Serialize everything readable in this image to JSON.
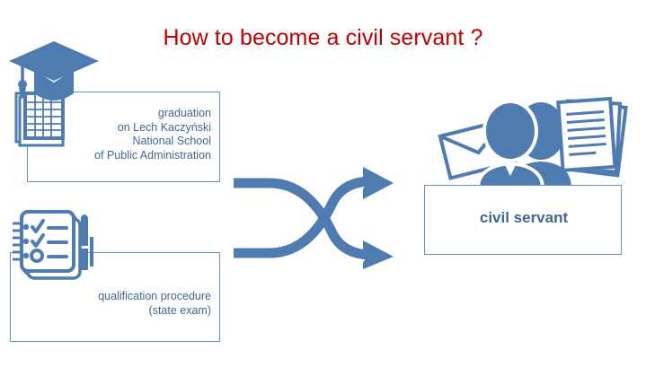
{
  "slide": {
    "title": "How to become a civil servant ?",
    "background_color": "#ffffff"
  },
  "colors": {
    "title_red": "#c00000",
    "accent_blue": "#4f7cb0",
    "text_blue": "#3f6795",
    "border_blue": "#6a8fba"
  },
  "boxes": {
    "graduation": {
      "text": "graduation\non Lech Kaczyński\nNational School\nof Public Administration",
      "icon": "graduation-cap-certificate-icon"
    },
    "qualification": {
      "text": "qualification procedure\n(state exam)",
      "icon": "checklist-clipboard-pen-icon"
    },
    "result": {
      "label": "civil servant",
      "icon": "civil-servant-people-documents-icon"
    }
  },
  "connector": {
    "icon": "crossing-arrows-icon",
    "description": "two crossing arrows pointing right"
  }
}
